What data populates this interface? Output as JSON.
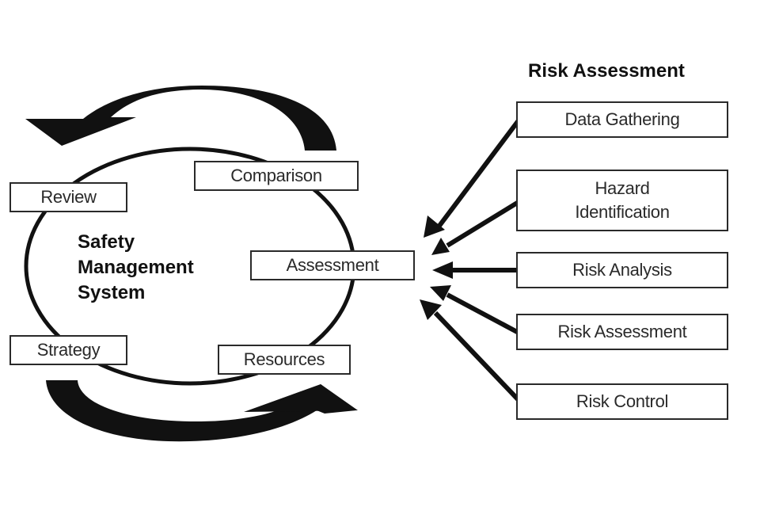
{
  "left_diagram": {
    "title_lines": [
      "Safety",
      "Management",
      "System"
    ],
    "cycle_steps": {
      "review": "Review",
      "comparison": "Comparison",
      "assessment": "Assessment",
      "strategy": "Strategy",
      "resources": "Resources"
    }
  },
  "right_panel": {
    "title": "Risk Assessment",
    "items": [
      {
        "label_lines": [
          "Data Gathering"
        ]
      },
      {
        "label_lines": [
          "Hazard",
          "Identification"
        ]
      },
      {
        "label_lines": [
          "Risk Analysis"
        ]
      },
      {
        "label_lines": [
          "Risk Assessment"
        ]
      },
      {
        "label_lines": [
          "Risk Control"
        ]
      }
    ]
  },
  "colors": {
    "stroke": "#111111",
    "text": "#2a2a2a",
    "background": "#ffffff"
  }
}
